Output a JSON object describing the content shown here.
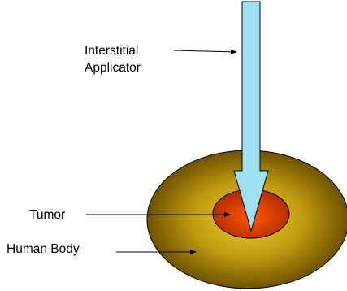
{
  "labels": {
    "applicator_line1": "Interstitial",
    "applicator_line2": "Applicator",
    "tumor": "Tumor",
    "human_body": "Human Body"
  },
  "colors": {
    "body_center": "#f0d030",
    "body_mid": "#c09a10",
    "body_edge": "#6e5200",
    "tumor_center": "#ff5a00",
    "tumor_edge": "#b02a00",
    "applicator_fill": "#9fe0f4",
    "applicator_stroke": "#000000",
    "arrow_color": "#000000"
  }
}
